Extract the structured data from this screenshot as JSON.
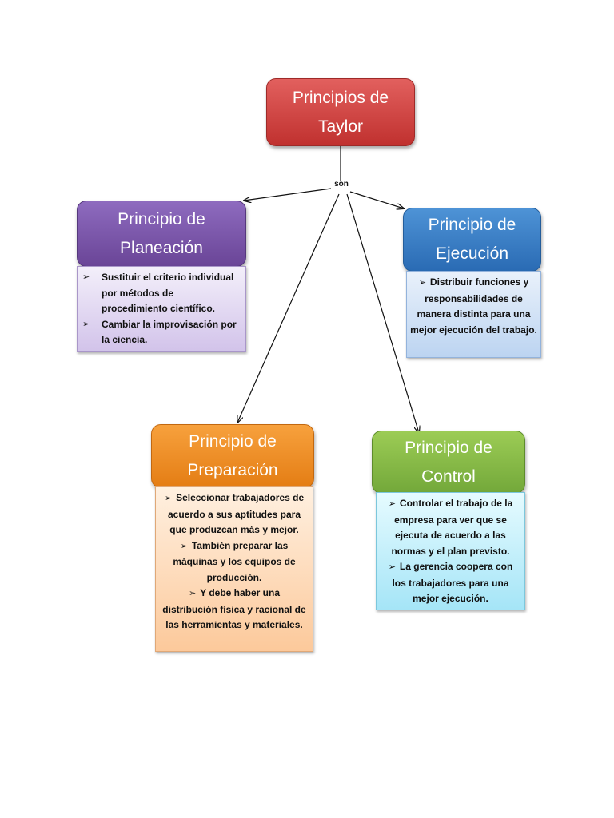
{
  "root": {
    "title_line1": "Principios de",
    "title_line2": "Taylor",
    "connector_label": "son"
  },
  "bullet_glyph": "➢",
  "principles": {
    "planeacion": {
      "title_line1": "Principio de",
      "title_line2": "Planeación",
      "color": "#7a55a8",
      "items": [
        "Sustituir el criterio individual por métodos de procedimiento científico.",
        "Cambiar la improvisación por la ciencia."
      ]
    },
    "ejecucion": {
      "title_line1": "Principio de",
      "title_line2": "Ejecución",
      "color": "#3a7dc6",
      "items": [
        "Distribuir funciones y responsabilidades de manera distinta para una mejor ejecución del trabajo."
      ]
    },
    "preparacion": {
      "title_line1": "Principio de",
      "title_line2": "Preparación",
      "color": "#ef8a24",
      "items": [
        "Seleccionar trabajadores de acuerdo a sus aptitudes para que produzcan más y mejor.",
        "También preparar las máquinas y los equipos de producción.",
        "Y debe haber una distribución física y racional de las herramientas y materiales."
      ]
    },
    "control": {
      "title_line1": "Principio de",
      "title_line2": "Control",
      "color": "#86bb45",
      "items": [
        "Controlar el trabajo de la empresa para ver que se ejecuta de acuerdo a las normas y el plan previsto.",
        "La gerencia coopera con los trabajadores para una mejor ejecución."
      ]
    },
    "root_color": "#d0413f"
  }
}
